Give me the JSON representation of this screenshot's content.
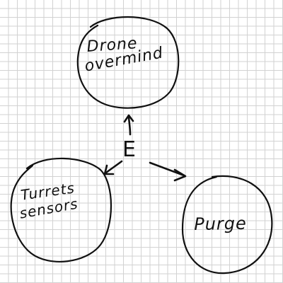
{
  "diagram": {
    "hub": {
      "label": "E"
    },
    "nodes": {
      "drone_overmind": {
        "lines": [
          "Drone",
          "overmind"
        ]
      },
      "turrets_sensors": {
        "lines": [
          "Turrets",
          "sensors"
        ]
      },
      "purge": {
        "lines": [
          "Purge"
        ]
      }
    },
    "edges": [
      {
        "from": "E",
        "to": "Drone overmind"
      },
      {
        "from": "E",
        "to": "Turrets sensors"
      },
      {
        "from": "E",
        "to": "Purge"
      }
    ]
  },
  "colors": {
    "ink": "#111111",
    "grid": "#d2d2d2",
    "paper": "#ffffff"
  }
}
